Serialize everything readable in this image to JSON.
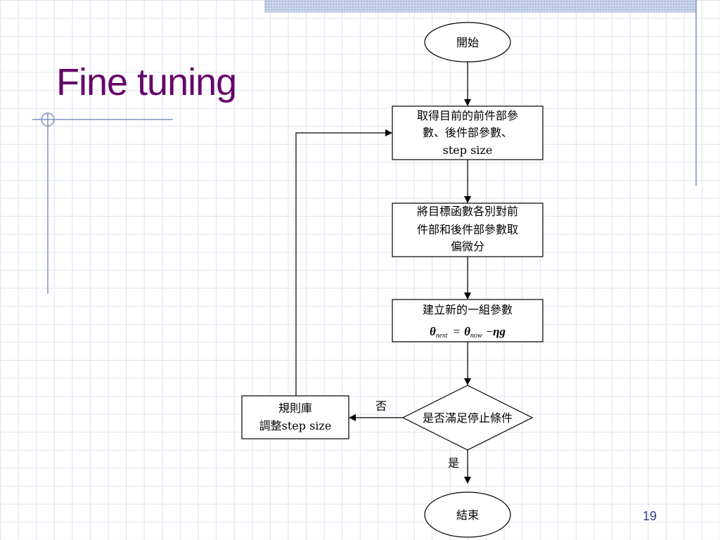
{
  "slide": {
    "title": "Fine tuning",
    "page_number": "19"
  },
  "flowchart": {
    "start": "開始",
    "step1": [
      "取得目前的前件部參",
      "數、後件部參數、",
      "step size"
    ],
    "step2": [
      "將目標函數各別對前",
      "件部和後件部參數取",
      "偏微分"
    ],
    "step3": "建立新的一組參數",
    "formula": {
      "theta": "θ",
      "sub_next": "next",
      "sub_now": "now",
      "equals": "=",
      "minus": "−",
      "eta_g": "ηg"
    },
    "decision": "是否滿足停止條件",
    "rule_box": [
      "規則庫",
      "調整step size"
    ],
    "no_label": "否",
    "yes_label": "是",
    "end": "結束"
  }
}
